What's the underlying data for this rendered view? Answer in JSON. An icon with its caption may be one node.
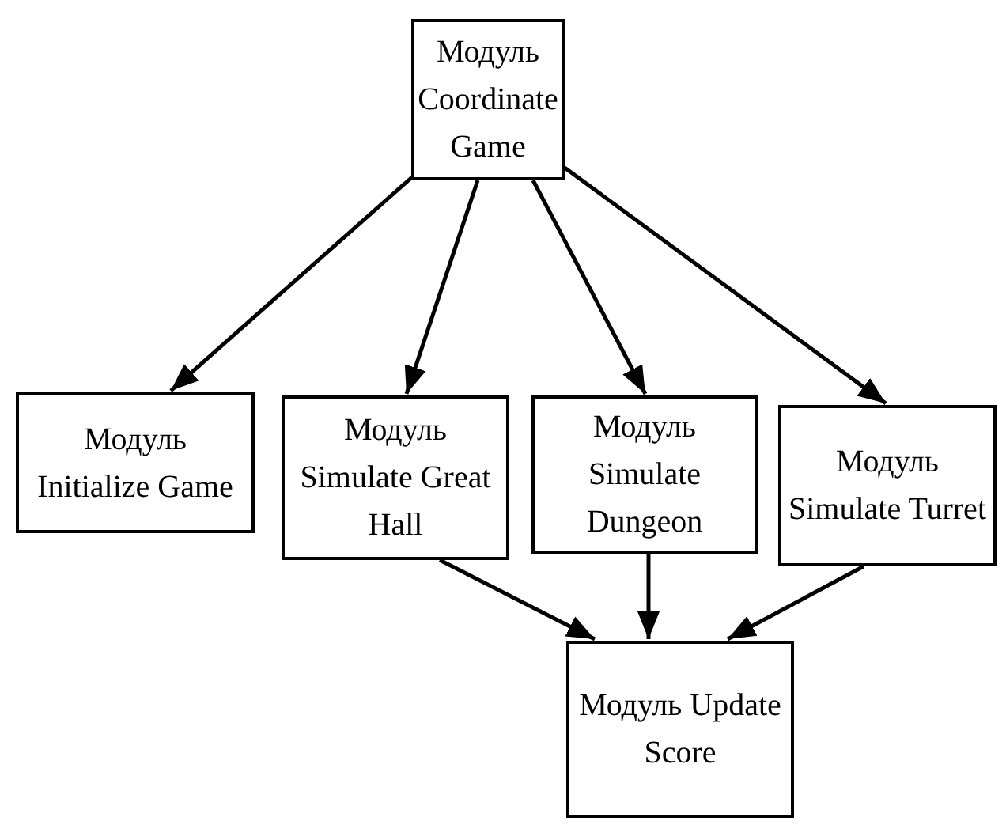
{
  "diagram": {
    "nodes": [
      {
        "text": [
          "Модуль Coordinate Game"
        ]
      },
      {
        "text": [
          "Модуль Initialize Game"
        ]
      },
      {
        "text": [
          "Модуль Simulate Great Hall"
        ]
      },
      {
        "text": [
          "Модуль Simulate Dungeon"
        ]
      },
      {
        "text": [
          "Модуль Simulate Turret"
        ]
      },
      {
        "text": [
          "Модуль Update Score"
        ]
      }
    ],
    "edges": [
      {
        "from": 0,
        "to": 1,
        "arrow": "to"
      },
      {
        "from": 0,
        "to": 2,
        "arrow": "to"
      },
      {
        "from": 0,
        "to": 3,
        "arrow": "to"
      },
      {
        "from": 0,
        "to": 4,
        "arrow": "to"
      },
      {
        "from": 2,
        "to": 5,
        "arrow": "to"
      },
      {
        "from": 3,
        "to": 5,
        "arrow": "to"
      },
      {
        "from": 4,
        "to": 5,
        "arrow": "to"
      }
    ]
  }
}
